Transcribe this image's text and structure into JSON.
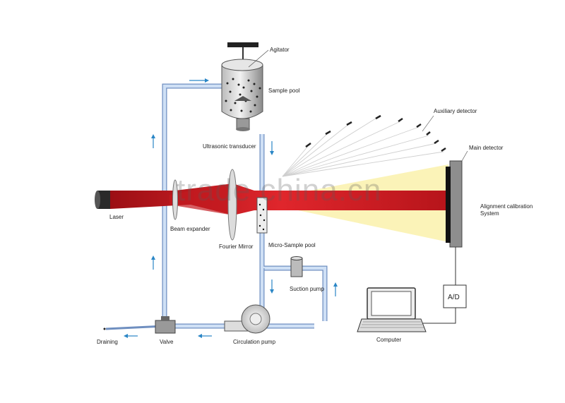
{
  "labels": {
    "agitator": "Agitator",
    "sample_pool": "Sample pool",
    "ultrasonic": "Ultrasonic transducer",
    "auxiliary": "Auxiliary detector",
    "main_detector": "Main detector",
    "alignment_1": "Alignment calibration",
    "alignment_2": "System",
    "laser": "Laser",
    "beam_expander": "Beam expander",
    "fourier": "Fourier Mirror",
    "micro_sample": "Micro-Sample pool",
    "suction": "Suction pump",
    "ad": "A/D",
    "computer": "Computer",
    "draining": "Draining",
    "valve": "Valve",
    "circulation": "Circulation pump"
  },
  "watermark": "trade china.cn",
  "colors": {
    "pipe": "#b9d3f0",
    "pipe_outline": "#6f8fc0",
    "laser_beam": "#d61f26",
    "scatter_light": "#fbf3b8",
    "arrow": "#2a86c6",
    "detector": "#111111"
  }
}
